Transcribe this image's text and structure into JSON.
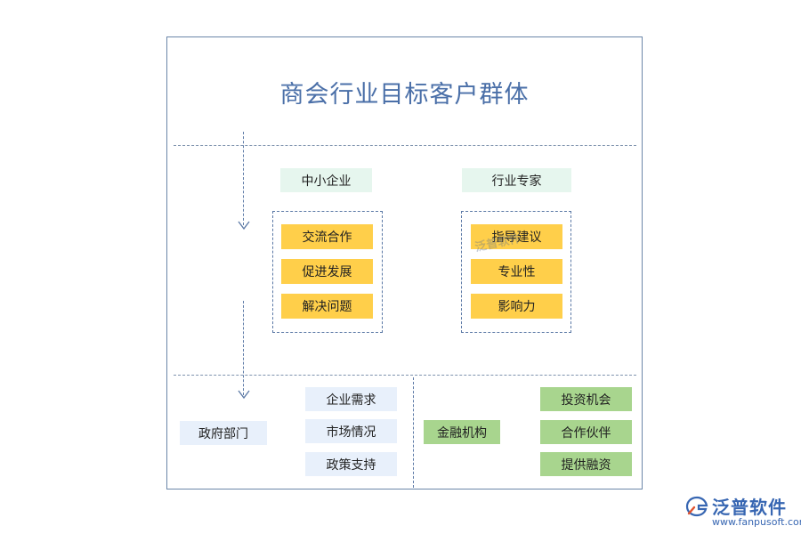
{
  "title": "商会行业目标客户群体",
  "top_section": {
    "left_group": {
      "header": "中小企业",
      "items": [
        "交流合作",
        "促进发展",
        "解决问题"
      ]
    },
    "right_group": {
      "header": "行业专家",
      "items": [
        "指导建议",
        "专业性",
        "影响力"
      ]
    }
  },
  "bottom_section": {
    "left": {
      "source": "政府部门",
      "items": [
        "企业需求",
        "市场情况",
        "政策支持"
      ]
    },
    "right": {
      "source": "金融机构",
      "items": [
        "投资机会",
        "合作伙伴",
        "提供融资"
      ]
    }
  },
  "watermark": "泛普软件",
  "logo": {
    "name": "泛普软件",
    "url": "www.fanpusoft.com",
    "icon": "fanpu-logo-icon"
  },
  "colors": {
    "title": "#4a6fa8",
    "mint": "#e6f6ee",
    "yellow": "#ffcf4a",
    "light_blue": "#e8f0fb",
    "green": "#a8d58e",
    "dashed": "#5a78a5"
  }
}
